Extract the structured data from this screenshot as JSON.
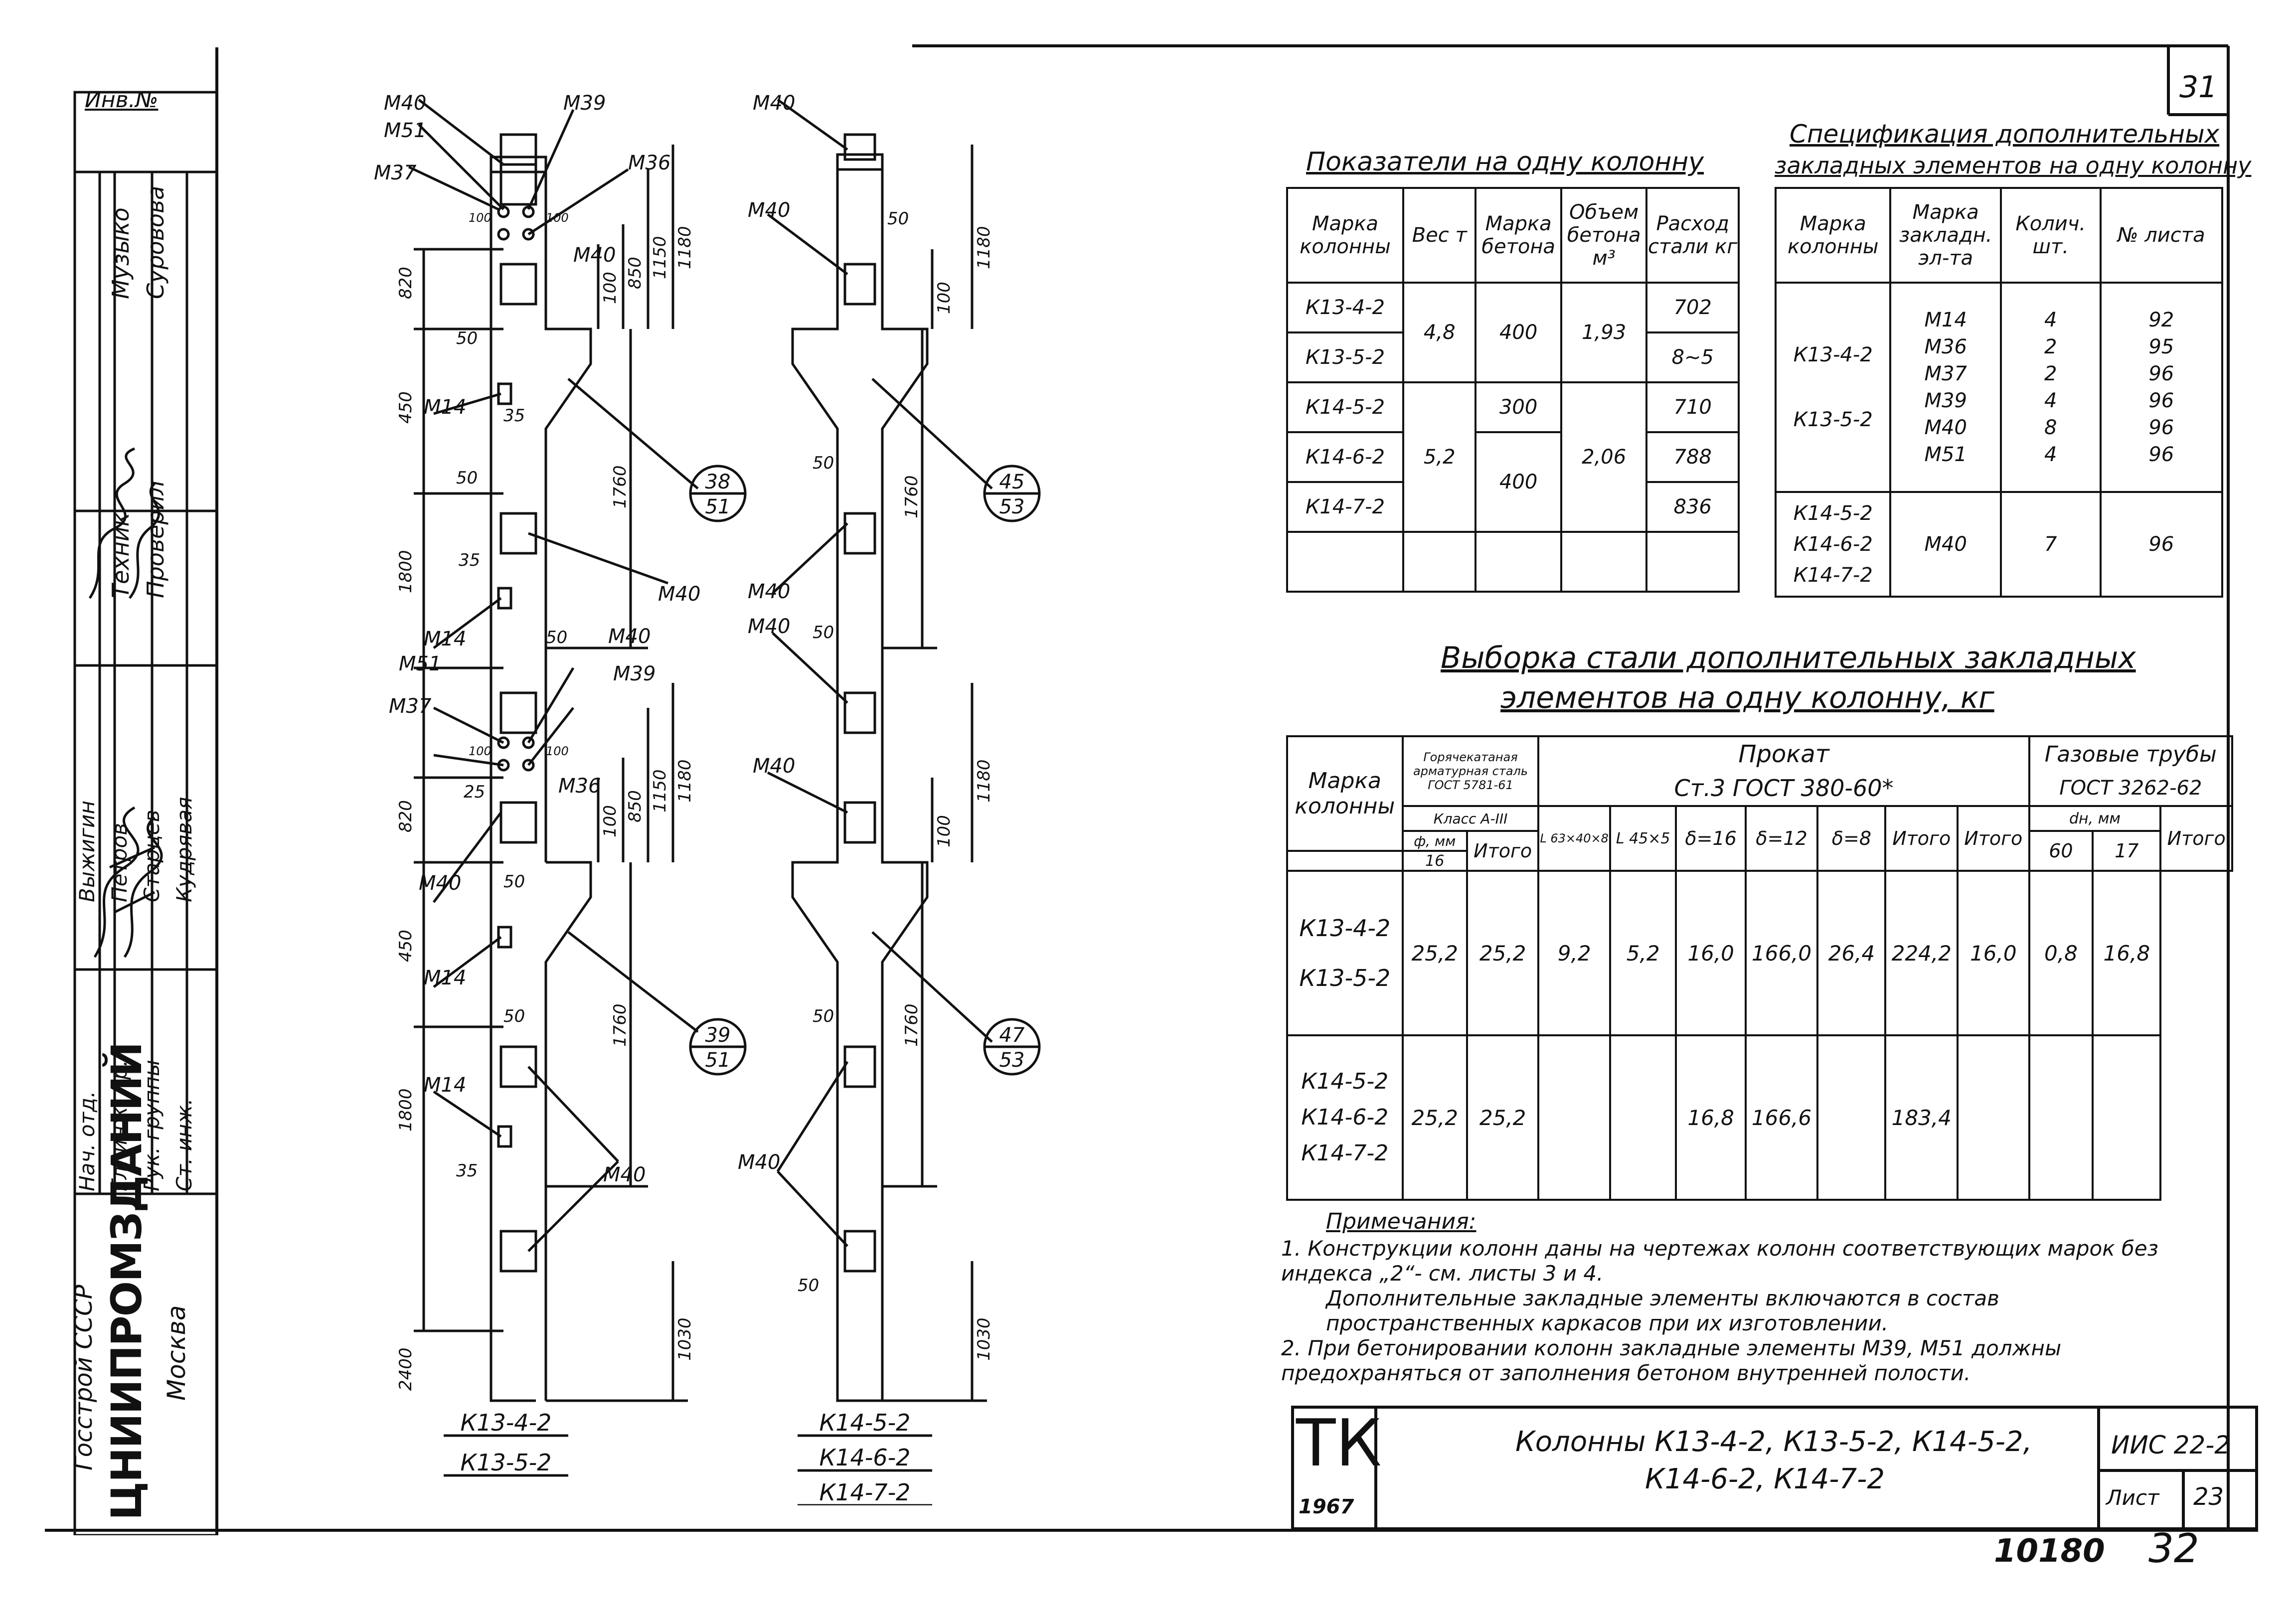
{
  "sheet": {
    "page_number_top": "31",
    "page_number_bottom": "32",
    "archive_number": "10180"
  },
  "stamp": {
    "inv_label": "Инв.№",
    "roles": [
      {
        "role": "Техник",
        "name": "Музыко"
      },
      {
        "role": "Проверил",
        "name": "Суровова"
      },
      {
        "role": "Нач. отд.",
        "name": "Выжигин"
      },
      {
        "role": "Гл. инж. пр.",
        "name": "Петров"
      },
      {
        "role": "Рук. группы",
        "name": "Старцев"
      },
      {
        "role": "Ст. инж.",
        "name": "Кудрявая"
      }
    ],
    "org_line1": "Госстрой СССР",
    "org_line2": "ЦНИИПРОМЗДАНИЙ",
    "org_line3": "Москва"
  },
  "drawing_left": {
    "labels": [
      "М40",
      "М51",
      "М37",
      "М39",
      "М36",
      "М40",
      "М14",
      "М40",
      "М14",
      "М51",
      "М37",
      "М40",
      "М39",
      "М36",
      "М40",
      "М14",
      "М14",
      "М40"
    ],
    "dims": [
      "820",
      "450",
      "1800",
      "820",
      "450",
      "1800",
      "2400",
      "1180",
      "1150",
      "850",
      "100",
      "1760",
      "1180",
      "1150",
      "850",
      "100",
      "1760",
      "1030",
      "50",
      "50",
      "35",
      "35",
      "50",
      "25",
      "50",
      "50",
      "35",
      "100",
      "100",
      "100",
      "100"
    ],
    "callout1_top": "38",
    "callout1_bottom": "51",
    "callout2_top": "39",
    "callout2_bottom": "51",
    "marks": [
      "К13-4-2",
      "К13-5-2"
    ]
  },
  "drawing_right": {
    "labels": [
      "М40",
      "М40",
      "М40",
      "М40",
      "М40",
      "М40"
    ],
    "dims": [
      "1180",
      "100",
      "1760",
      "50",
      "50",
      "1180",
      "100",
      "1760",
      "50",
      "50",
      "1030",
      "50"
    ],
    "callout1_top": "45",
    "callout1_bottom": "53",
    "callout2_top": "47",
    "callout2_bottom": "53",
    "marks": [
      "К14-5-2",
      "К14-6-2",
      "К14-7-2"
    ]
  },
  "indicators": {
    "title": "Показатели на одну колонну",
    "headers": [
      "Марка колонны",
      "Вес т",
      "Марка бетона",
      "Объем бетона м³",
      "Расход стали кг"
    ],
    "rows": [
      {
        "mark": "К13-4-2",
        "steel": "702"
      },
      {
        "mark": "К13-5-2",
        "steel": "8~5"
      },
      {
        "mark": "К14-5-2",
        "steel": "710"
      },
      {
        "mark": "К14-6-2",
        "steel": "788"
      },
      {
        "mark": "К14-7-2",
        "steel": "836"
      }
    ],
    "weight_a": "4,8",
    "concrete_a": "400",
    "volume_a": "1,93",
    "concrete_b1": "300",
    "weight_b": "5,2",
    "concrete_b2": "400",
    "volume_b": "2,06"
  },
  "spec": {
    "title_line1": "Спецификация дополнительных",
    "title_line2": "закладных элементов на одну колонну",
    "headers": [
      "Марка колонны",
      "Марка закладн. эл-та",
      "Колич. шт.",
      "№ листа"
    ],
    "group1_marks": [
      "К13-4-2",
      "К13-5-2"
    ],
    "group1_elements": [
      "М14",
      "М36",
      "М37",
      "М39",
      "М40",
      "М51"
    ],
    "group1_qty": [
      "4",
      "2",
      "2",
      "4",
      "8",
      "4"
    ],
    "group1_sheets": [
      "92",
      "95",
      "96",
      "96",
      "96",
      "96"
    ],
    "group2_marks": [
      "К14-5-2",
      "К14-6-2",
      "К14-7-2"
    ],
    "group2_element": "М40",
    "group2_qty": "7",
    "group2_sheet": "96"
  },
  "steel": {
    "title_line1": "Выборка стали дополнительных закладных",
    "title_line2": "элементов на одну колонну, кг",
    "h_mark": "Марка колонны",
    "h_rebar": "Горячекатаная арматурная сталь ГОСТ 5781-61",
    "h_class": "Класс А-III",
    "h_d": "ф, мм",
    "h_d16": "16",
    "h_total": "Итого",
    "h_rolled": "Прокат",
    "h_rolled2": "Ст.3 ГОСТ 380-60*",
    "h_l1": "L 63×40×8",
    "h_l2": "L 45×5",
    "h_t16": "δ=16",
    "h_t12": "δ=12",
    "h_t8": "δ=8",
    "h_pipes": "Газовые трубы",
    "h_pipes2": "ГОСТ 3262-62",
    "h_dn": "dн, мм",
    "h_dn60": "60",
    "h_dn17": "17",
    "row1_marks": [
      "К13-4-2",
      "К13-5-2"
    ],
    "row1": [
      "25,2",
      "25,2",
      "9,2",
      "5,2",
      "16,0",
      "166,0",
      "26,4",
      "224,2",
      "16,0",
      "0,8",
      "16,8"
    ],
    "row2_marks": [
      "К14-5-2",
      "К14-6-2",
      "К14-7-2"
    ],
    "row2": [
      "25,2",
      "25,2",
      "",
      "",
      "16,8",
      "166,6",
      "",
      "183,4",
      "",
      "",
      ""
    ]
  },
  "notes": {
    "title": "Примечания:",
    "items": [
      "1. Конструкции колонн даны на чертежах колонн соответствующих марок без индекса „2“- см. листы 3 и 4.",
      "Дополнительные закладные элементы включаются в состав пространственных каркасов при их изготовлении.",
      "2. При бетонировании колонн закладные элементы М39, М51 должны предохраняться от заполнения бетоном внутренней полости."
    ]
  },
  "titleblock": {
    "logo": "ТК",
    "year": "1967",
    "title_line1": "Колонны К13-4-2, К13-5-2, К14-5-2,",
    "title_line2": "К14-6-2, К14-7-2",
    "series": "ИИС 22-2",
    "sheet_label": "Лист",
    "sheet_no": "23"
  }
}
